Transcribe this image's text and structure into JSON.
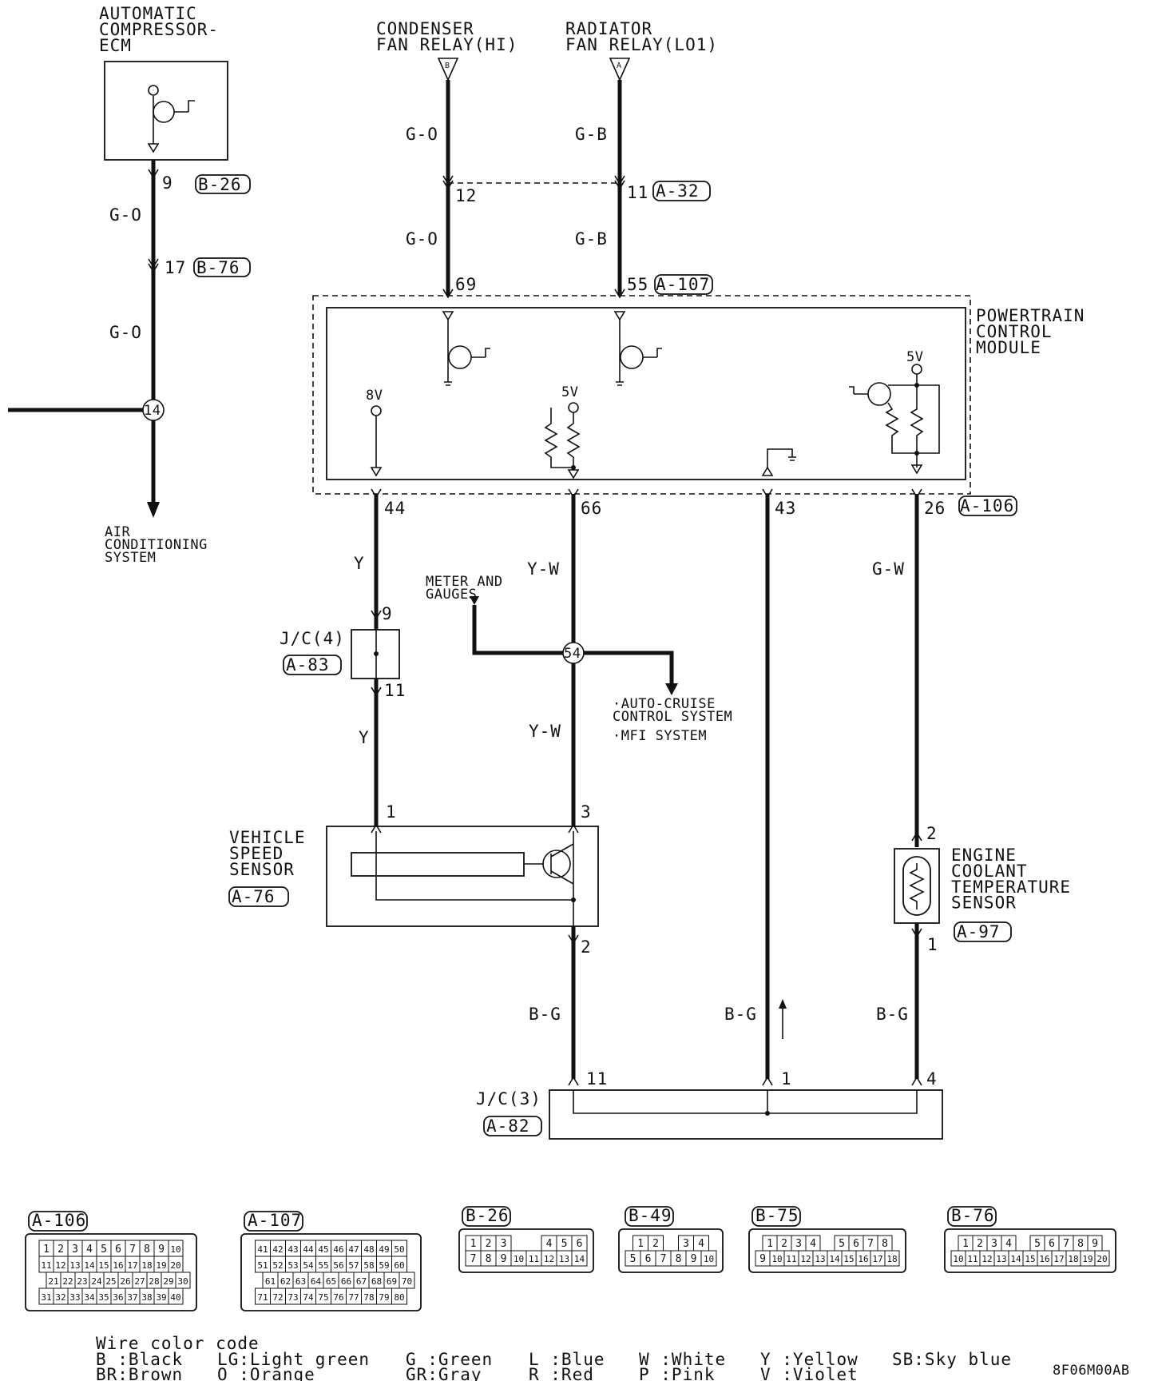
{
  "components": {
    "compressor_ecm": "AUTOMATIC\nCOMPRESSOR-\nECM",
    "condenser_relay": "CONDENSER\nFAN RELAY(HI)",
    "radiator_relay": "RADIATOR\nFAN RELAY(LO1)",
    "pcm": "POWERTRAIN\nCONTROL\nMODULE",
    "air_conditioning": "AIR\nCONDITIONING\nSYSTEM",
    "meter_gauges": "METER AND\nGAUGES",
    "auto_cruise": "·AUTO-CRUISE\nCONTROL SYSTEM",
    "mfi": "·MFI SYSTEM",
    "jc4": "J/C(4)",
    "jc3": "J/C(3)",
    "vss": "VEHICLE\nSPEED\nSENSOR",
    "ect": "ENGINE\nCOOLANT\nTEMPERATURE\nSENSOR"
  },
  "connector_refs": {
    "b26": "B-26",
    "b76": "B-76",
    "a32": "A-32",
    "a107": "A-107",
    "a106": "A-106",
    "a83": "A-83",
    "a76": "A-76",
    "a97": "A-97",
    "a82": "A-82",
    "relay_b": "B",
    "relay_a": "A",
    "splice14": "14",
    "splice54": "54"
  },
  "wire_colors": {
    "go": "G-O",
    "gb": "G-B",
    "y": "Y",
    "yw": "Y-W",
    "gw": "G-W",
    "bg": "B-G"
  },
  "pins": {
    "p9": "9",
    "p17": "17",
    "p12": "12",
    "p11": "11",
    "p69": "69",
    "p55": "55",
    "p44": "44",
    "p66": "66",
    "p43": "43",
    "p26": "26",
    "p1": "1",
    "p2": "2",
    "p3": "3",
    "p4": "4"
  },
  "voltages": {
    "v8": "8V",
    "v5": "5V"
  },
  "connectors": [
    {
      "label": "A-106",
      "rows": [
        [
          "1",
          "2",
          "3",
          "4",
          "5",
          "6",
          "7",
          "8",
          "9",
          "10"
        ],
        [
          "11",
          "12",
          "13",
          "14",
          "15",
          "16",
          "17",
          "18",
          "19",
          "20"
        ],
        [
          "",
          "21",
          "22",
          "23",
          "24",
          "25",
          "26",
          "27",
          "28",
          "29",
          "30"
        ],
        [
          "31",
          "32",
          "33",
          "34",
          "35",
          "36",
          "37",
          "38",
          "39",
          "40"
        ]
      ]
    },
    {
      "label": "A-107",
      "rows": [
        [
          "41",
          "42",
          "43",
          "44",
          "45",
          "46",
          "47",
          "48",
          "49",
          "50"
        ],
        [
          "51",
          "52",
          "53",
          "54",
          "55",
          "56",
          "57",
          "58",
          "59",
          "60"
        ],
        [
          "",
          "61",
          "62",
          "63",
          "64",
          "65",
          "66",
          "67",
          "68",
          "69",
          "70"
        ],
        [
          "71",
          "72",
          "73",
          "74",
          "75",
          "76",
          "77",
          "78",
          "79",
          "80"
        ]
      ]
    },
    {
      "label": "B-26",
      "rows": [
        [
          "1",
          "2",
          "3",
          "",
          "",
          "4",
          "5",
          "6"
        ],
        [
          "7",
          "8",
          "9",
          "10",
          "11",
          "12",
          "13",
          "14"
        ]
      ]
    },
    {
      "label": "B-49",
      "rows": [
        [
          "1",
          "2",
          "",
          "3",
          "4"
        ],
        [
          "5",
          "6",
          "7",
          "8",
          "9",
          "10"
        ]
      ]
    },
    {
      "label": "B-75",
      "rows": [
        [
          "1",
          "2",
          "3",
          "4",
          "",
          "5",
          "6",
          "7",
          "8"
        ],
        [
          "9",
          "10",
          "11",
          "12",
          "13",
          "14",
          "15",
          "16",
          "17",
          "18"
        ]
      ]
    },
    {
      "label": "B-76",
      "rows": [
        [
          "1",
          "2",
          "3",
          "4",
          "",
          "5",
          "6",
          "7",
          "8",
          "9"
        ],
        [
          "10",
          "11",
          "12",
          "13",
          "14",
          "15",
          "16",
          "17",
          "18",
          "19",
          "20"
        ]
      ]
    }
  ],
  "legend": {
    "title": "Wire color code",
    "items": [
      [
        "B :Black",
        "BR:Brown"
      ],
      [
        "LG:Light green",
        "O :Orange"
      ],
      [
        "G :Green",
        "GR:Gray"
      ],
      [
        "L :Blue",
        "R :Red"
      ],
      [
        "W :White",
        "P :Pink"
      ],
      [
        "Y :Yellow",
        "V :Violet"
      ],
      [
        "SB:Sky blue",
        ""
      ]
    ]
  },
  "figure_code": "8F06M00AB"
}
